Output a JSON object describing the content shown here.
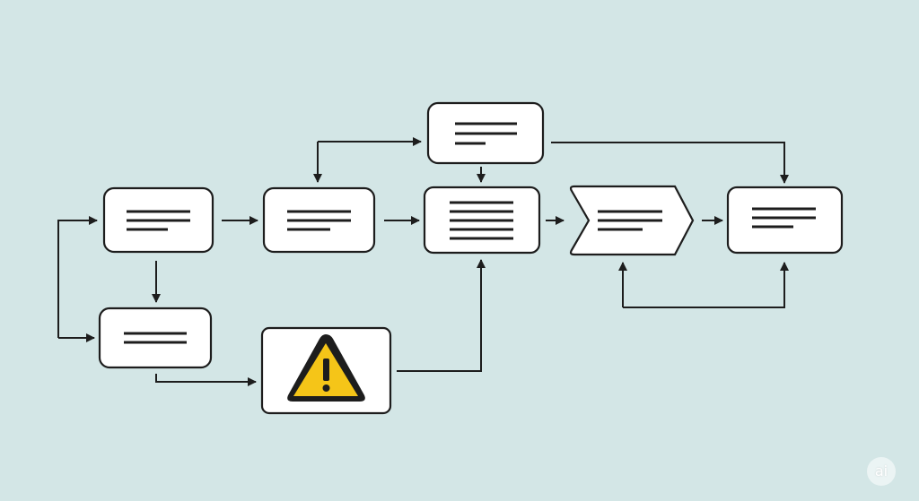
{
  "diagram": {
    "type": "flowchart",
    "nodes": [
      {
        "id": "top-center",
        "shape": "rounded-rect",
        "content": "placeholder-text-lines",
        "lines": 3
      },
      {
        "id": "start-left",
        "shape": "rounded-rect",
        "content": "placeholder-text-lines",
        "lines": 3
      },
      {
        "id": "mid-left",
        "shape": "rounded-rect",
        "content": "placeholder-text-lines",
        "lines": 3
      },
      {
        "id": "center-main",
        "shape": "rounded-rect",
        "content": "placeholder-text-lines",
        "lines": 5
      },
      {
        "id": "chevron-step",
        "shape": "chevron",
        "content": "placeholder-text-lines",
        "lines": 3
      },
      {
        "id": "end-right",
        "shape": "rounded-rect",
        "content": "placeholder-text-lines",
        "lines": 3
      },
      {
        "id": "lower-left",
        "shape": "rounded-rect",
        "content": "placeholder-text-lines",
        "lines": 2
      },
      {
        "id": "warning-node",
        "shape": "rounded-rect",
        "content": "warning-icon"
      }
    ],
    "edges": [
      {
        "from": "start-left",
        "to": "mid-left"
      },
      {
        "from": "mid-left",
        "to": "center-main"
      },
      {
        "from": "center-main",
        "to": "chevron-step"
      },
      {
        "from": "chevron-step",
        "to": "end-right"
      },
      {
        "from": "top-center",
        "to": "center-main"
      },
      {
        "from": "top-center",
        "to": "mid-left"
      },
      {
        "from": "mid-left",
        "to": "top-center"
      },
      {
        "from": "top-center",
        "to": "end-right"
      },
      {
        "from": "start-left",
        "to": "lower-left"
      },
      {
        "from": "lower-left",
        "to": "start-left"
      },
      {
        "from": "lower-left",
        "to": "warning-node"
      },
      {
        "from": "warning-node",
        "to": "center-main"
      },
      {
        "from": "end-right",
        "to": "chevron-step"
      }
    ],
    "colors": {
      "background": "#d3e6e6",
      "node_fill": "#ffffff",
      "stroke": "#1d1d1d",
      "warning_fill": "#f5c518"
    }
  },
  "watermark": {
    "text": "ai"
  }
}
